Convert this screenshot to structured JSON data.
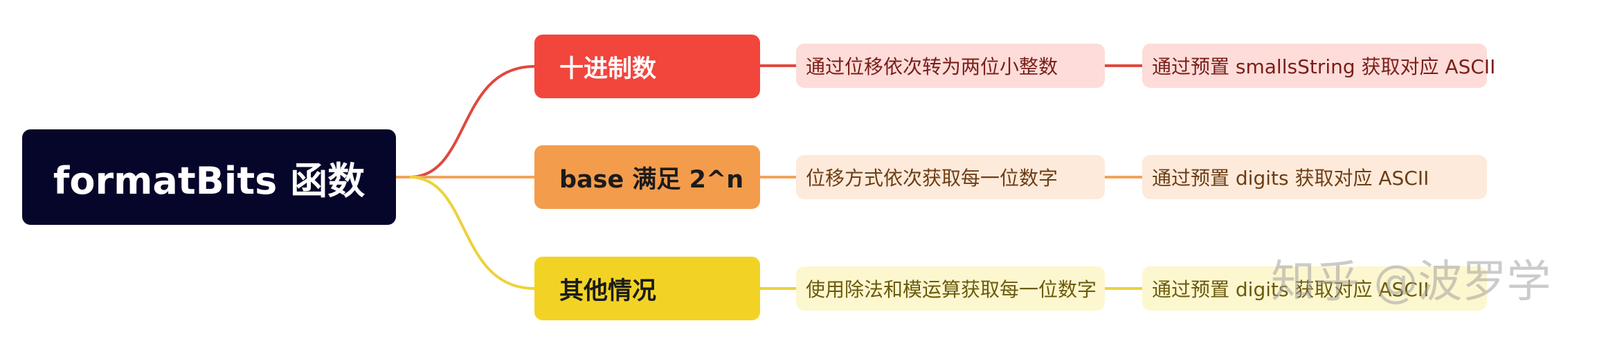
{
  "root": {
    "label": "formatBits 函数"
  },
  "branches": [
    {
      "label": "十进制数",
      "color": "#f2453c",
      "steps": [
        "通过位移依次转为两位小整数",
        "通过预置 smallsString 获取对应 ASCII"
      ]
    },
    {
      "label": "base 满足 2^n",
      "color": "#f39c4c",
      "steps": [
        "位移方式依次获取每一位数字",
        "通过预置 digits 获取对应 ASCII"
      ]
    },
    {
      "label": "其他情况",
      "color": "#f2d325",
      "steps": [
        "使用除法和模运算获取每一位数字",
        "通过预置 digits 获取对应 ASCII"
      ]
    }
  ],
  "watermark": "知乎 @波罗学"
}
